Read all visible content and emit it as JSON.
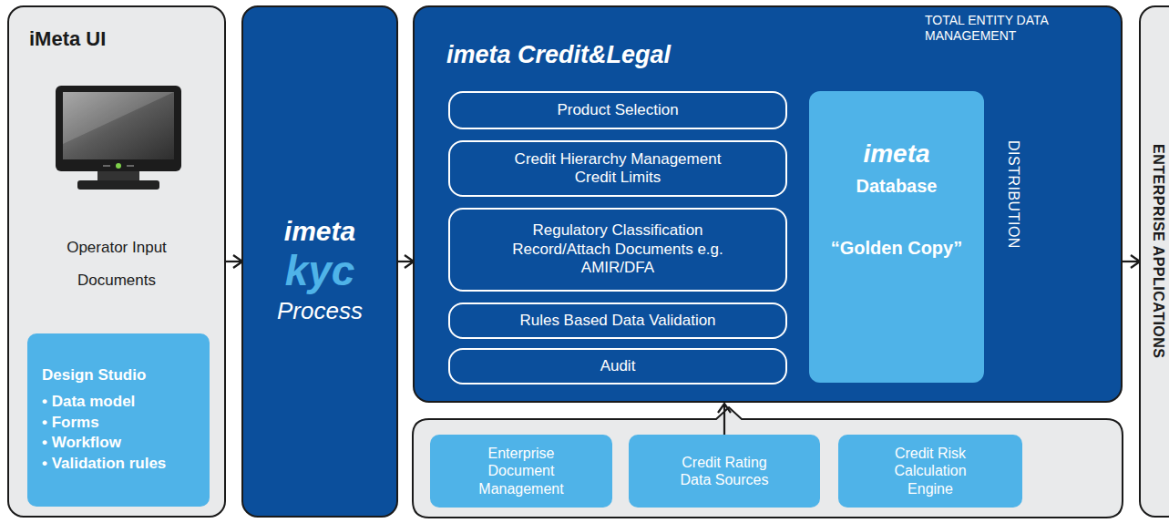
{
  "diagram": {
    "nodes": [
      {
        "text": [
          "iMeta UI",
          "Operator Input",
          "Documents"
        ]
      },
      {
        "text": [
          "Design Studio",
          "• Data model",
          "• Forms",
          "• Workflow",
          "• Validation rules"
        ],
        "in": 0
      },
      {
        "text": [
          "imeta",
          "kyc",
          "Process"
        ]
      },
      {
        "text": [
          "imeta Credit&Legal",
          "TOTAL ENTITY DATA MANAGEMENT",
          "DISTRIBUTION"
        ]
      },
      {
        "text": [
          "Product Selection"
        ],
        "in": 3
      },
      {
        "text": [
          "Credit Hierarchy Management Credit Limits"
        ],
        "in": 3
      },
      {
        "text": [
          "Regulatory Classification Record/Attach Documents e.g. AMIR/DFA"
        ],
        "in": 3
      },
      {
        "text": [
          "Rules Based Data Validation"
        ],
        "in": 3
      },
      {
        "text": [
          "Audit"
        ],
        "in": 3
      },
      {
        "text": [
          "imeta",
          "Database",
          "“Golden Copy”"
        ],
        "in": 3
      },
      {
        "text": [
          "Enterprise Document Management"
        ]
      },
      {
        "text": [
          "Credit Rating Data Sources"
        ]
      },
      {
        "text": [
          "Credit Risk Calculation Engine"
        ]
      },
      {
        "text": [
          "ENTERPRISE APPLICATIONS"
        ]
      }
    ],
    "edges": [
      {
        "from": 0,
        "to": 2,
        "arrow": "to"
      },
      {
        "from": 2,
        "to": 3,
        "arrow": "to"
      },
      {
        "from": 3,
        "to": 13,
        "arrow": "to"
      },
      {
        "from": 11,
        "to": 3,
        "arrow": "to"
      }
    ]
  }
}
